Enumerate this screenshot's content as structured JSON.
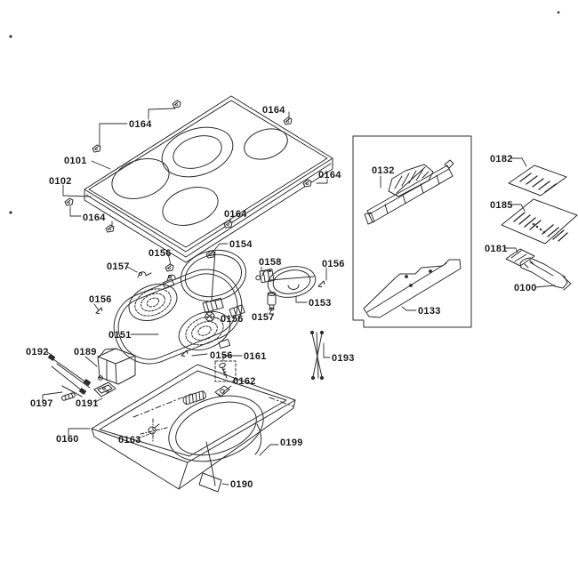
{
  "diagram": {
    "background": "#ffffff",
    "line_color": "#2d2d2d",
    "text_color": "#1a1a1a",
    "labels": [
      {
        "id": "0164-top",
        "text": "0164"
      },
      {
        "id": "0164-top-right",
        "text": "0164"
      },
      {
        "id": "0101",
        "text": "0101"
      },
      {
        "id": "0102",
        "text": "0102"
      },
      {
        "id": "0164-left",
        "text": "0164"
      },
      {
        "id": "0164-bottom-center",
        "text": "0164"
      },
      {
        "id": "0164-right",
        "text": "0164"
      },
      {
        "id": "0154",
        "text": "0154"
      },
      {
        "id": "0156-ring-clip",
        "text": "0156"
      },
      {
        "id": "0157-left",
        "text": "0157"
      },
      {
        "id": "0158",
        "text": "0158"
      },
      {
        "id": "0156-right",
        "text": "0156"
      },
      {
        "id": "0156-far-left",
        "text": "0156"
      },
      {
        "id": "0153",
        "text": "0153"
      },
      {
        "id": "0151",
        "text": "0151"
      },
      {
        "id": "0156-connector",
        "text": "0156"
      },
      {
        "id": "0157-lamp",
        "text": "0157"
      },
      {
        "id": "0156-under-element",
        "text": "0156"
      },
      {
        "id": "0161",
        "text": "0161"
      },
      {
        "id": "0162",
        "text": "0162"
      },
      {
        "id": "0192",
        "text": "0192"
      },
      {
        "id": "0189",
        "text": "0189"
      },
      {
        "id": "0197",
        "text": "0197"
      },
      {
        "id": "0191",
        "text": "0191"
      },
      {
        "id": "0160",
        "text": "0160"
      },
      {
        "id": "0163",
        "text": "0163"
      },
      {
        "id": "0199",
        "text": "0199"
      },
      {
        "id": "0190",
        "text": "0190"
      },
      {
        "id": "0193",
        "text": "0193"
      },
      {
        "id": "0132",
        "text": "0132"
      },
      {
        "id": "0133",
        "text": "0133"
      },
      {
        "id": "0182",
        "text": "0182"
      },
      {
        "id": "0185",
        "text": "0185"
      },
      {
        "id": "0181",
        "text": "0181"
      },
      {
        "id": "0100",
        "text": "0100"
      }
    ]
  }
}
